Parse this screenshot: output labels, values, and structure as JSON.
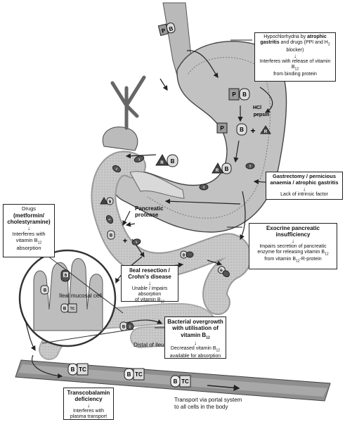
{
  "molecules": {
    "p": "P",
    "b": "B",
    "r": "R",
    "i": "I",
    "tc": "TC",
    "plus": "+",
    "hcl": "HCl",
    "pepsin": "pepsin"
  },
  "labels": {
    "pancreatic_protease": [
      "Pancreatic",
      "protease"
    ],
    "ileal_mucosal_cell": "Ileal mucosal cell",
    "distal_ileum": "Distal of ileum",
    "portal_transport": [
      "Transport via portal system",
      "to all cells in the body"
    ]
  },
  "boxes": {
    "hypochlorhydria": {
      "line1_pre": "Hypochlorhydria by ",
      "line1_bold": "atrophic",
      "line2_bold": "gastritis",
      "line2_rest": " and drugs (PPI and H",
      "line2_sub": "2",
      "line3": "blocker)",
      "effect_pre": "Interferes with release of vitamin B",
      "effect_sub": "12",
      "effect_line2": "from binding protein"
    },
    "gastrectomy": {
      "title": [
        "Gastrectomy / pernicious",
        "anaemia / atrophic gastritis"
      ],
      "effect": "Lack of intrinsic factor"
    },
    "pancreatic": {
      "title": [
        "Exocrine pancreatic",
        "insufficiency"
      ],
      "effect1": "Impairs secretion of pancreatic",
      "effect2": "enzyme for releasing vitamin B",
      "effect2_sub": "12",
      "effect3_pre": "from vitamin B",
      "effect3_sub": "12",
      "effect3_post": "-R-protein"
    },
    "drugs": {
      "title": "Drugs",
      "title2": [
        "(metformin/",
        "cholestyramine)"
      ],
      "effect1": "Interferes with",
      "effect2_pre": "vitamin B",
      "effect2_sub": "12",
      "effect3": "absorption"
    },
    "ileal": {
      "title": [
        "Ileal resection /",
        "Crohn's disease"
      ],
      "effect1": "Unable / impairs absorption",
      "effect2_pre": "of vitamin B",
      "effect2_sub": "12"
    },
    "bacterial": {
      "title1": "Bacterial overgrowth",
      "title2": "with utilisation of",
      "title3_pre": "vitamin B",
      "title3_sub": "12",
      "effect1_pre": "Decreased vitamin B",
      "effect1_sub": "12",
      "effect2": "available for absorption"
    },
    "transcobalamin": {
      "title": [
        "Transcobalamin",
        "deficiency"
      ],
      "effect": [
        "Interferes with",
        "plasma transport"
      ]
    }
  },
  "arrow_glyph": "↓"
}
